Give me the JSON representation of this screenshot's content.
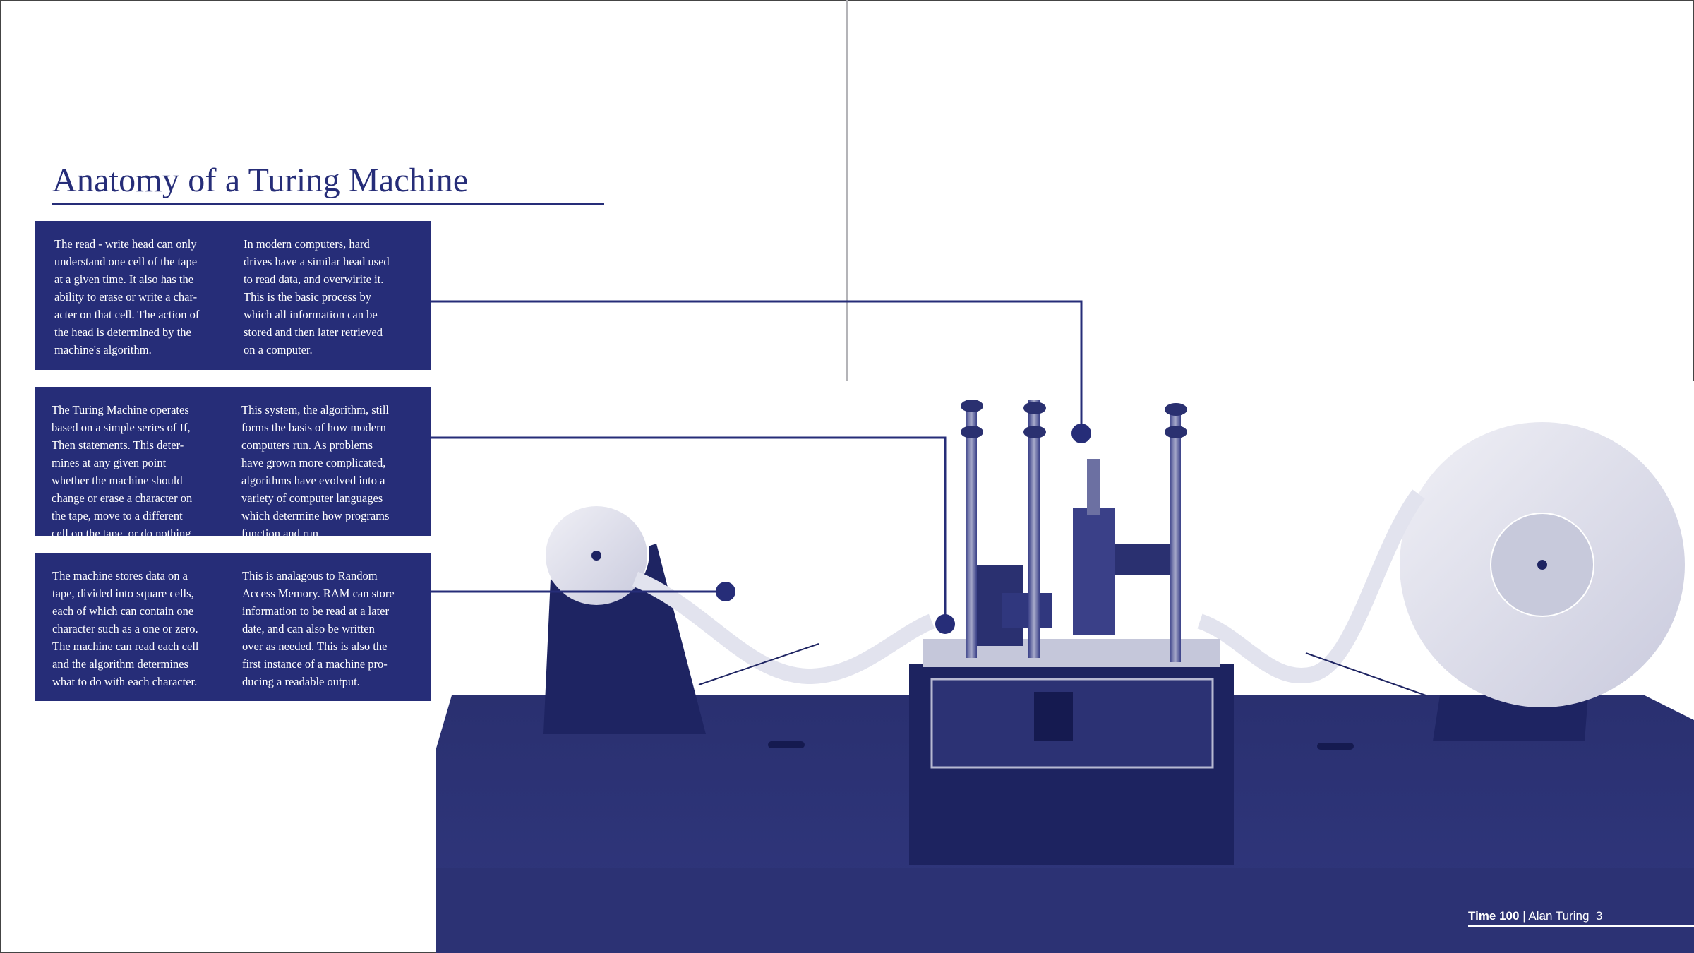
{
  "page": {
    "title": "Anatomy of a Turing Machine"
  },
  "panels": [
    {
      "col1": [
        "The read - write head can only",
        "understand one cell of the tape",
        "at a given time. It also has the",
        "ability to erase or write a char-",
        "acter on that cell. The action of",
        "the head is determined by the",
        "machine's algorithm."
      ],
      "col2": [
        "In modern computers, hard",
        "drives have a similar head used",
        "to read data, and overwirite it.",
        "This is the basic process by",
        "which all information can be",
        "stored and then later retrieved",
        "on a computer."
      ]
    },
    {
      "col1": [
        "The Turing Machine operates",
        "based on a simple series of If,",
        "Then statements. This deter-",
        "mines at any given point",
        "whether the machine should",
        "change or erase a character on",
        "the tape, move to a different",
        "cell on the tape, or do nothing."
      ],
      "col2": [
        "This system, the algorithm, still",
        "forms the basis of how modern",
        "computers run. As problems",
        "have grown more complicated,",
        "algorithms have evolved into a",
        "variety of computer languages",
        "which determine how programs",
        "function and run."
      ]
    },
    {
      "col1": [
        "The machine stores data on a",
        "tape, divided into square cells,",
        "each of which can contain one",
        "character such as a one or zero.",
        "The machine can read each cell",
        "and the algorithm determines",
        "what to do with each character."
      ],
      "col2": [
        "This is analagous to Random",
        "Access Memory. RAM can store",
        "information to be read at a later",
        "date, and can also be written",
        "over as needed. This is also the",
        "first instance of a machine pro-",
        "ducing a readable output."
      ]
    }
  ],
  "footer": {
    "publication": "Time 100",
    "separator": " | ",
    "section": "Alan Turing",
    "page_number": "3"
  },
  "colors": {
    "ink": "#262d78",
    "paper": "#ffffff"
  },
  "photo": {
    "subject": "turing-machine-model-photo"
  }
}
